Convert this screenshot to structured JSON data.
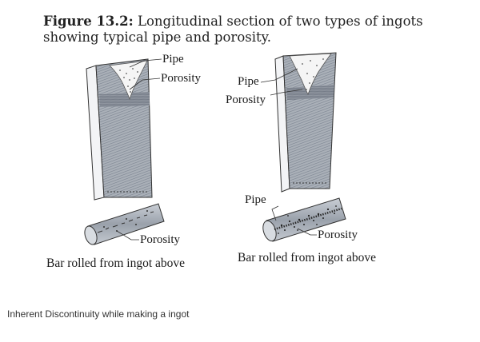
{
  "figure": {
    "number": "Figure 13.2:",
    "title": "Longitudinal section of two types of ingots showing typical pipe and porosity."
  },
  "left_ingot": {
    "pipe_label": "Pipe",
    "porosity_label": "Porosity",
    "bar_porosity_label": "Porosity",
    "caption": "Bar rolled from ingot above"
  },
  "right_ingot": {
    "pipe_label": "Pipe",
    "porosity_label": "Porosity",
    "bar_pipe_label": "Pipe",
    "bar_porosity_label": "Porosity",
    "caption": "Bar rolled from ingot above"
  },
  "page_caption": "Inherent Discontinuity while making a ingot"
}
